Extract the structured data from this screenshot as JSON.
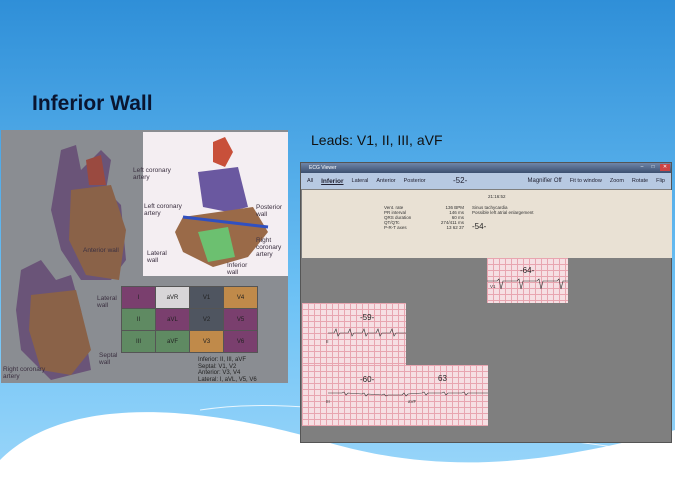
{
  "slide": {
    "title": "Inferior Wall",
    "subtitle": "Leads: V1, II, III, aVF"
  },
  "figure": {
    "labels": {
      "left_coronary_1": "Left coronary artery",
      "anterior_wall": "Anterior wall",
      "left_coronary_2": "Left coronary artery",
      "posterior_wall": "Posterior wall",
      "right_coronary_1": "Right coronary artery",
      "lateral_wall_1": "Lateral wall",
      "inferior_wall": "Inferior wall",
      "lateral_wall_2": "Lateral wall",
      "septal_wall": "Septal wall",
      "right_coronary_2": "Right coronary artery"
    },
    "grid": [
      [
        "I",
        "aVR",
        "V1",
        "V4"
      ],
      [
        "II",
        "aVL",
        "V2",
        "V5"
      ],
      [
        "III",
        "aVF",
        "V3",
        "V6"
      ]
    ],
    "grid_colors": [
      [
        "#7a3f6e",
        "#d8d6d8",
        "#4f5560",
        "#c08a4a"
      ],
      [
        "#5f8a62",
        "#7a3f6e",
        "#4f5560",
        "#7a3f6e"
      ],
      [
        "#5f8a62",
        "#5f8a62",
        "#c08a4a",
        "#7a3f6e"
      ]
    ],
    "legend": [
      "Inferior: II, III, aVF",
      "Septal: V1, V2",
      "Anterior: V3, V4",
      "Lateral: I, aVL, V5, V6"
    ]
  },
  "ecg_window": {
    "title": "ECG Viewer",
    "tabs": [
      "All",
      "Inferior",
      "Lateral",
      "Anterior",
      "Posterior"
    ],
    "active_tab": "Inferior",
    "marker_top": "-52-",
    "right_tools": [
      "Magnifier Off",
      "Fit to window",
      "Zoom",
      "Rotate",
      "Flip"
    ],
    "report": {
      "interp1": "Sinus tachycardia",
      "interp2": "Possible left atrial enlargement",
      "marker": "-54-",
      "time": "21:16:52",
      "measures": [
        "Vent. rate",
        "PR interval",
        "QRS duration",
        "QT/QTc",
        "P-R-T axes"
      ],
      "values": [
        "136 BPM",
        "146 ms",
        "60 ms",
        "274/411 ms",
        "13 62 37"
      ]
    },
    "strips": {
      "v1": {
        "marker": "-64-",
        "lead": "V1"
      },
      "ii": {
        "marker": "-59-",
        "lead": "II"
      },
      "iii": {
        "marker": "-60-",
        "lead": "III",
        "marker2": "63",
        "lead2": "aVF"
      }
    }
  }
}
